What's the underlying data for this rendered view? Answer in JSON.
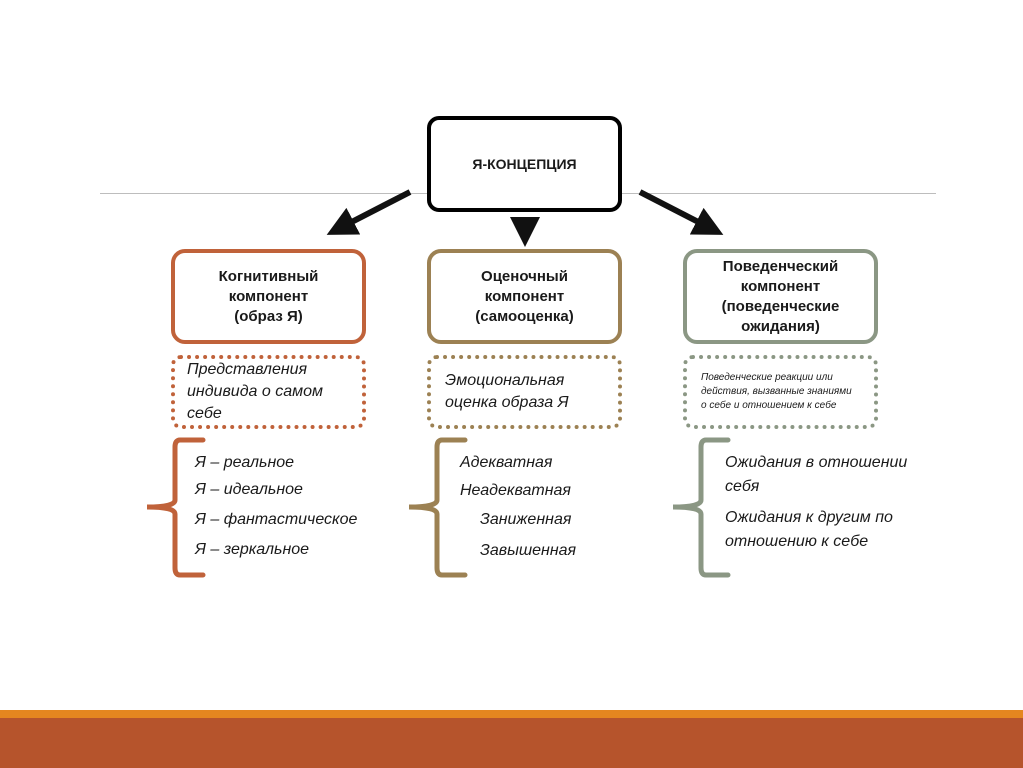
{
  "root": {
    "label": "Я-КОНЦЕПЦИЯ"
  },
  "components": [
    {
      "title": [
        "Когнитивный",
        "компонент",
        "(образ Я)"
      ],
      "description": [
        "Представления",
        "индивида о самом",
        "себе"
      ],
      "items": [
        "Я – реальное",
        "Я – идеальное",
        "Я – фантастическое",
        "Я – зеркальное"
      ],
      "color": "#c0623a"
    },
    {
      "title": [
        "Оценочный",
        "компонент",
        "(самооценка)"
      ],
      "description": [
        "Эмоциональная",
        "оценка образа Я"
      ],
      "items": [
        "Адекватная",
        "Неадекватная",
        "Заниженная",
        "Завышенная"
      ],
      "color": "#9c8153"
    },
    {
      "title": [
        "Поведенческий",
        "компонент",
        "(поведенческие",
        "ожидания)"
      ],
      "description": [
        "Поведенческие реакции или",
        "действия, вызванные знаниями",
        "о себе и отношением к себе"
      ],
      "items": [
        "Ожидания в отношении",
        "себя",
        "Ожидания к другим по",
        "отношению к себе"
      ],
      "color": "#8b9784"
    }
  ],
  "colors": {
    "footer_stripe": "#e5861f",
    "footer_band": "#b6542c"
  }
}
